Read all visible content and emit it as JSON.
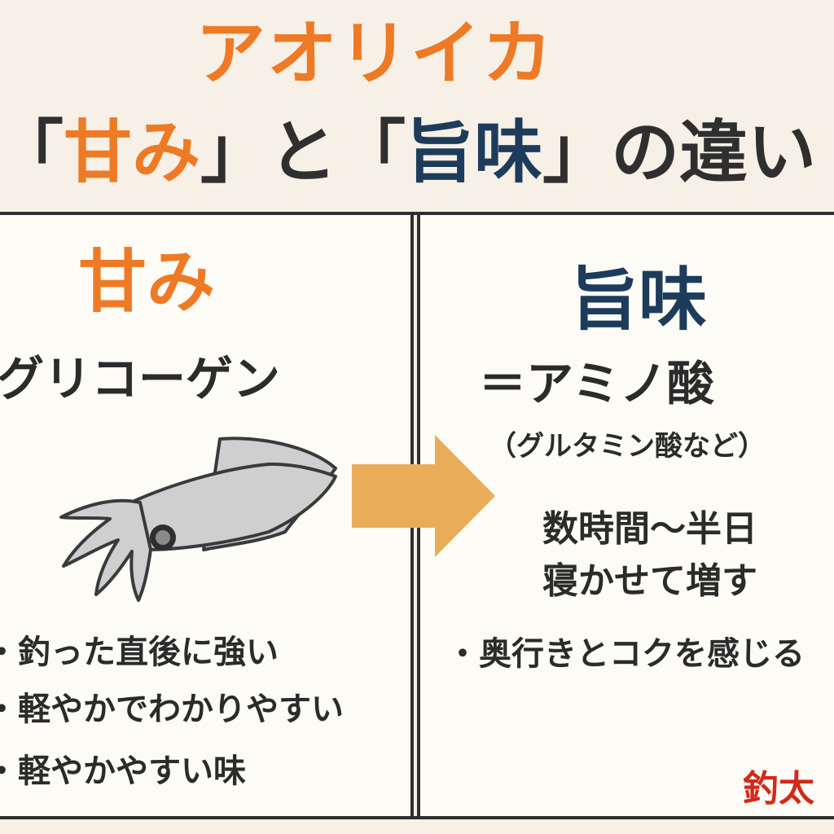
{
  "colors": {
    "background": "#f7f0e6",
    "panel": "#fdfbf5",
    "orange": "#ee7a26",
    "navy": "#1d3c5c",
    "dark": "#2f2f2f",
    "arrow": "#e9ad5a",
    "red": "#d22a1a"
  },
  "title": {
    "line1": "アオリイカ",
    "bracket_open_1": "「",
    "sweet": "甘み",
    "bracket_close_1": "」",
    "to": "と",
    "bracket_open_2": "「",
    "umami": "旨味",
    "bracket_close_2": "」",
    "no_difference": "の違い"
  },
  "left": {
    "heading": "甘み",
    "substance": "グリコーゲン",
    "illustration_icon": "squid-icon",
    "points": [
      "・釣った直後に強い",
      "・軽やかでわかりやすい",
      "・軽やかやすい味"
    ]
  },
  "arrow_icon": "right-arrow-icon",
  "right": {
    "heading": "旨味",
    "equation": "＝アミノ酸",
    "note": "（グルタミン酸など）",
    "aging_line1": "数時間～半日",
    "aging_line2": "寝かせて増す",
    "point": "・奥行きとコクを感じる",
    "signature": "釣太"
  }
}
